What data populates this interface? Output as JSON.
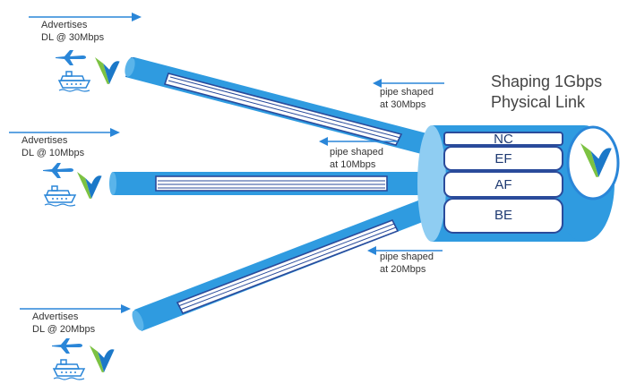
{
  "colors": {
    "pipe": "#2f9be0",
    "pipe_dark": "#1e74c4",
    "pipe_light": "#8fcdf2",
    "inner_band": "#2a4b9b",
    "arrow": "#2a86d8",
    "logo_green": "#7cc242",
    "logo_blue": "#1b78c8"
  },
  "icons": [
    "airplane-icon",
    "cruise-ship-icon",
    "provider-logo-icon"
  ],
  "title": {
    "line1": "Shaping 1Gbps",
    "line2": "Physical Link"
  },
  "classes": [
    "NC",
    "EF",
    "AF",
    "BE"
  ],
  "sites": [
    {
      "line1": "Advertises",
      "line2": "DL @ 30Mbps"
    },
    {
      "line1": "Advertises",
      "line2": "DL @ 10Mbps"
    },
    {
      "line1": "Advertises",
      "line2": "DL @ 20Mbps"
    }
  ],
  "pipes": [
    {
      "line1": "pipe shaped",
      "line2": "at 30Mbps"
    },
    {
      "line1": "pipe shaped",
      "line2": "at 10Mbps"
    },
    {
      "line1": "pipe shaped",
      "line2": "at 20Mbps"
    }
  ]
}
